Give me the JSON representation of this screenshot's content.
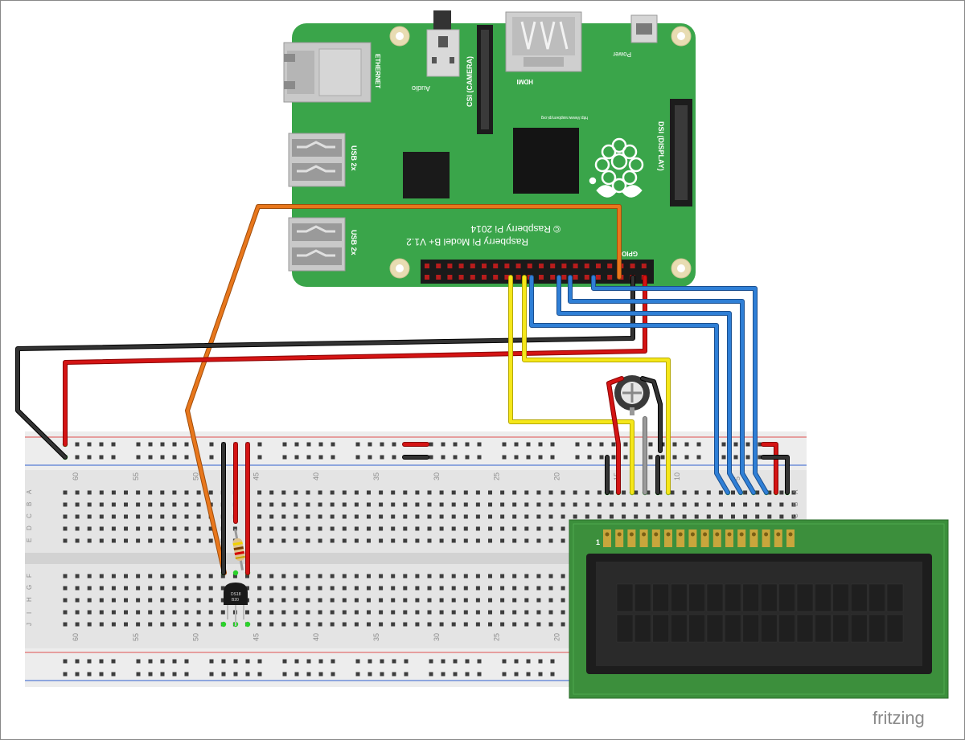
{
  "pi": {
    "ethernet_label": "ETHERNET",
    "usb_label_1": "USB 2x",
    "usb_label_2": "USB 2x",
    "audio_label": "Audio",
    "csi_label": "CSI (CAMERA)",
    "hdmi_label": "HDMI",
    "power_label": "Power",
    "dsi_label": "DSI (DISPLAY)",
    "url_label": "http://www.raspberrypi.org",
    "model_line_1": "Raspberry Pi Model B+ V1.2",
    "model_line_2": "© Raspberry Pi 2014",
    "gpio_label": "GPIO"
  },
  "breadboard": {
    "column_numbers": [
      "60",
      "55",
      "50",
      "45",
      "40",
      "35",
      "30",
      "25",
      "20",
      "15",
      "10",
      "5"
    ],
    "row_letters_top": [
      "A",
      "B",
      "C",
      "D",
      "E"
    ],
    "row_letters_bottom": [
      "F",
      "G",
      "H",
      "I",
      "J"
    ]
  },
  "sensor": {
    "label_1": "DS18",
    "label_2": "B20"
  },
  "lcd": {
    "pin1_label": "1"
  },
  "watermark": "fritzing",
  "colors": {
    "pcb_green": "#3aa54a",
    "wire_orange": "#e8771c",
    "wire_red": "#d41414",
    "wire_black": "#222222",
    "wire_yellow": "#f5e71a",
    "wire_blue": "#2f7fd6",
    "lcd_board": "#3c8f3c"
  }
}
